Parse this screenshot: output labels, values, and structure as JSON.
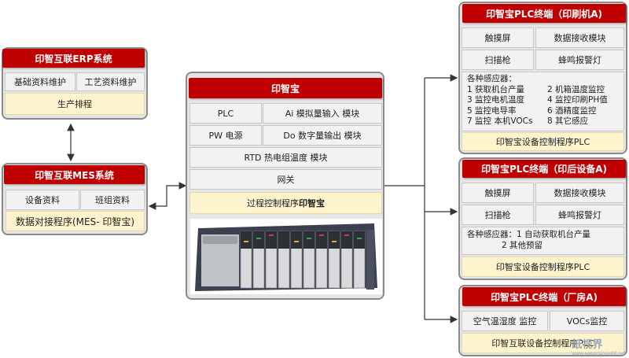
{
  "erp": {
    "title": "印智互联ERP系统",
    "items": [
      "基础资料维护",
      "工艺资料维护"
    ],
    "footer": "生产排程"
  },
  "mes": {
    "title": "印智互联MES系统",
    "items": [
      "设备资料",
      "班组资料"
    ],
    "footer": "数据对接程序(MES- 印智宝)"
  },
  "center": {
    "title": "印智宝",
    "row1": [
      "PLC",
      "Ai 模拟量输入 模块"
    ],
    "row2": [
      "PW 电源",
      "Do 数字量输出 模块"
    ],
    "rtd": "RTD 热电组温度 模块",
    "gateway": "网关",
    "program_prefix": "过程控制程序",
    "program_bold": "印智宝"
  },
  "plc_a": {
    "title": "印智宝PLC终端（印刷机A)",
    "items": [
      "触摸屏",
      "数据接收模块",
      "扫描枪",
      "蜂鸣报警灯"
    ],
    "sensor_title": "各种感应器：",
    "sensors": [
      [
        "1 获取机台产量",
        "2 机箱温度监控"
      ],
      [
        "3 监控电机温度",
        "4 监控印刷PH值"
      ],
      [
        "5 监控电导率",
        "6 酒精度监控"
      ],
      [
        "7 监控 本机VOCs",
        "8 其它感应"
      ]
    ],
    "footer": "印智宝设备控制程序PLC"
  },
  "plc_b": {
    "title": "印智宝PLC终端（印后设备A)",
    "items": [
      "触摸屏",
      "数据接收模块",
      "扫描枪",
      "蜂鸣报警灯"
    ],
    "sensor_line1": "各种感应器：1 自动获取机台产量",
    "sensor_line2": "2 其他预留",
    "footer": "印智宝设备控制程序PLC"
  },
  "plc_c": {
    "title": "印智宝PLC终端（厂房A)",
    "items": [
      "空气温湿度 监控",
      "VOCs监控"
    ],
    "footer": "印智互联设备控制程序PLC"
  },
  "watermark": {
    "text": "纸视界",
    "url": "www.papersinsight.net"
  },
  "colors": {
    "header": "#c00000",
    "panel": "#e6e6e6",
    "cream": "#fdf3cc"
  }
}
